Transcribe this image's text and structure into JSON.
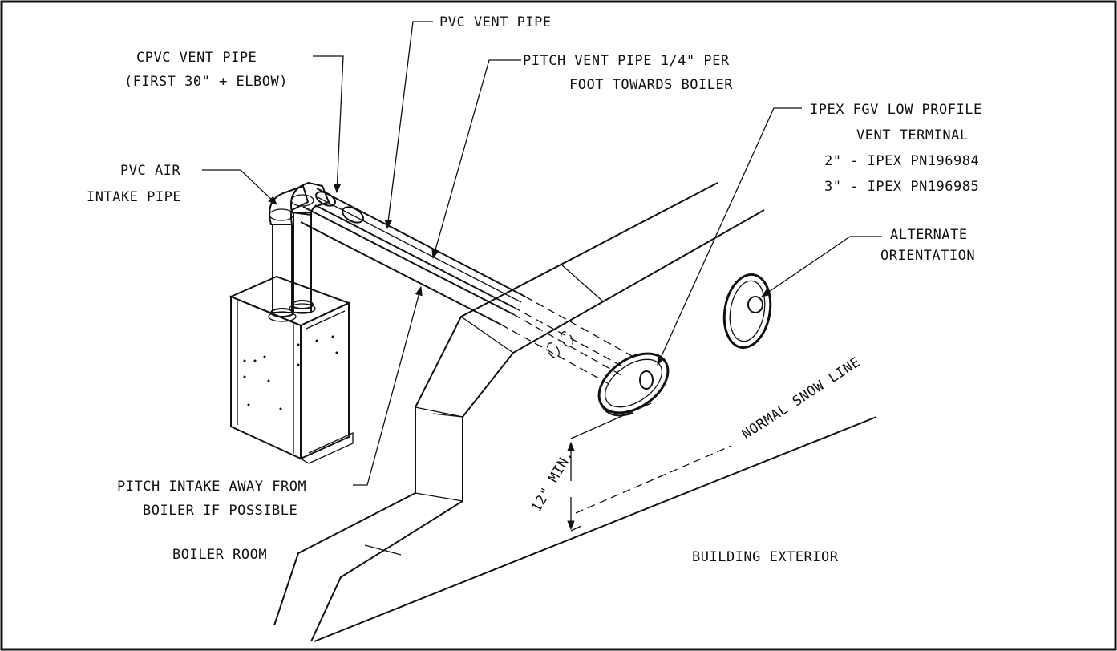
{
  "labels": {
    "pvc_vent_pipe": "PVC VENT PIPE",
    "cpvc_line1": "CPVC VENT PIPE",
    "cpvc_line2": "(FIRST 30\" + ELBOW)",
    "pitch_vent_line1": "PITCH VENT PIPE 1/4\" PER",
    "pitch_vent_line2": "FOOT TOWARDS BOILER",
    "pvc_air_line1": "PVC AIR",
    "pvc_air_line2": "INTAKE PIPE",
    "ipex_line1": "IPEX FGV LOW PROFILE",
    "ipex_line2": "VENT TERMINAL",
    "ipex_line3": "2\" - IPEX PN196984",
    "ipex_line4": "3\" - IPEX PN196985",
    "alt_line1": "ALTERNATE",
    "alt_line2": "ORIENTATION",
    "snow_line": "NORMAL SNOW LINE",
    "min_clearance": "12\" MIN.",
    "pitch_intake_line1": "PITCH INTAKE AWAY FROM",
    "pitch_intake_line2": "BOILER IF POSSIBLE",
    "boiler_room": "BOILER ROOM",
    "building_exterior": "BUILDING EXTERIOR"
  },
  "colors": {
    "ink": "#111111",
    "paper": "#ffffff"
  }
}
